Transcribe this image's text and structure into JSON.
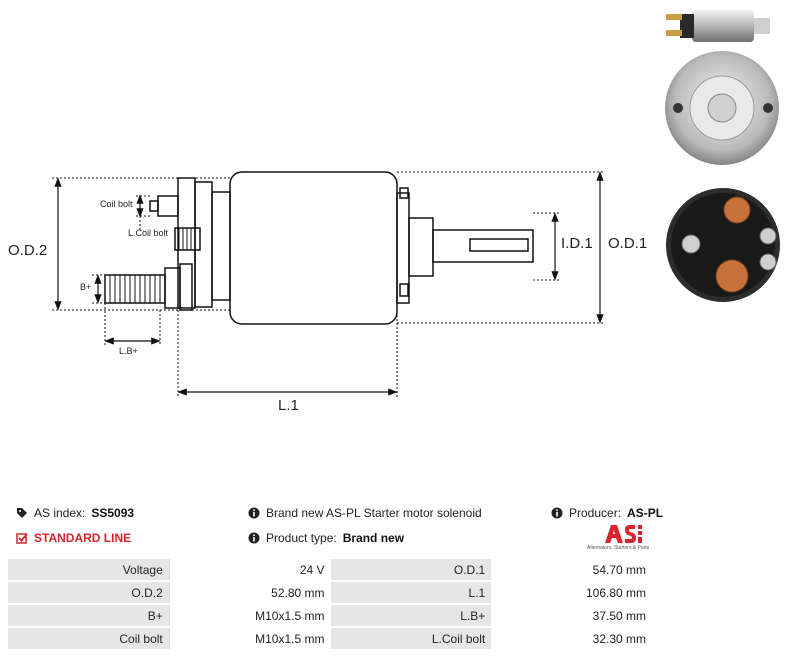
{
  "diagram": {
    "labels": {
      "od2": "O.D.2",
      "od1": "O.D.1",
      "id1": "I.D.1",
      "l1": "L.1",
      "coil_bolt": "Coil bolt",
      "l_coil_bolt": "L.Coil bolt",
      "b_plus": "B+",
      "l_b_plus": "L.B+"
    }
  },
  "info": {
    "as_index_label": "AS index:",
    "as_index_value": "SS5093",
    "line_label": "STANDARD LINE",
    "description": "Brand new AS-PL Starter motor solenoid",
    "product_type_label": "Product type:",
    "product_type_value": "Brand new",
    "producer_label": "Producer:",
    "producer_value": "AS-PL",
    "logo_tagline": "Alternators, Starters & Parts"
  },
  "specs": [
    {
      "k1": "Voltage",
      "v1": "24 V",
      "k2": "O.D.1",
      "v2": "54.70 mm"
    },
    {
      "k1": "O.D.2",
      "v1": "52.80 mm",
      "k2": "L.1",
      "v2": "106.80 mm"
    },
    {
      "k1": "B+",
      "v1": "M10x1.5 mm",
      "k2": "L.B+",
      "v2": "37.50 mm"
    },
    {
      "k1": "Coil bolt",
      "v1": "M10x1.5 mm",
      "k2": "L.Coil bolt",
      "v2": "32.30 mm"
    }
  ],
  "colors": {
    "accent_red": "#d9232d",
    "table_label_bg": "#e6e6e6"
  }
}
